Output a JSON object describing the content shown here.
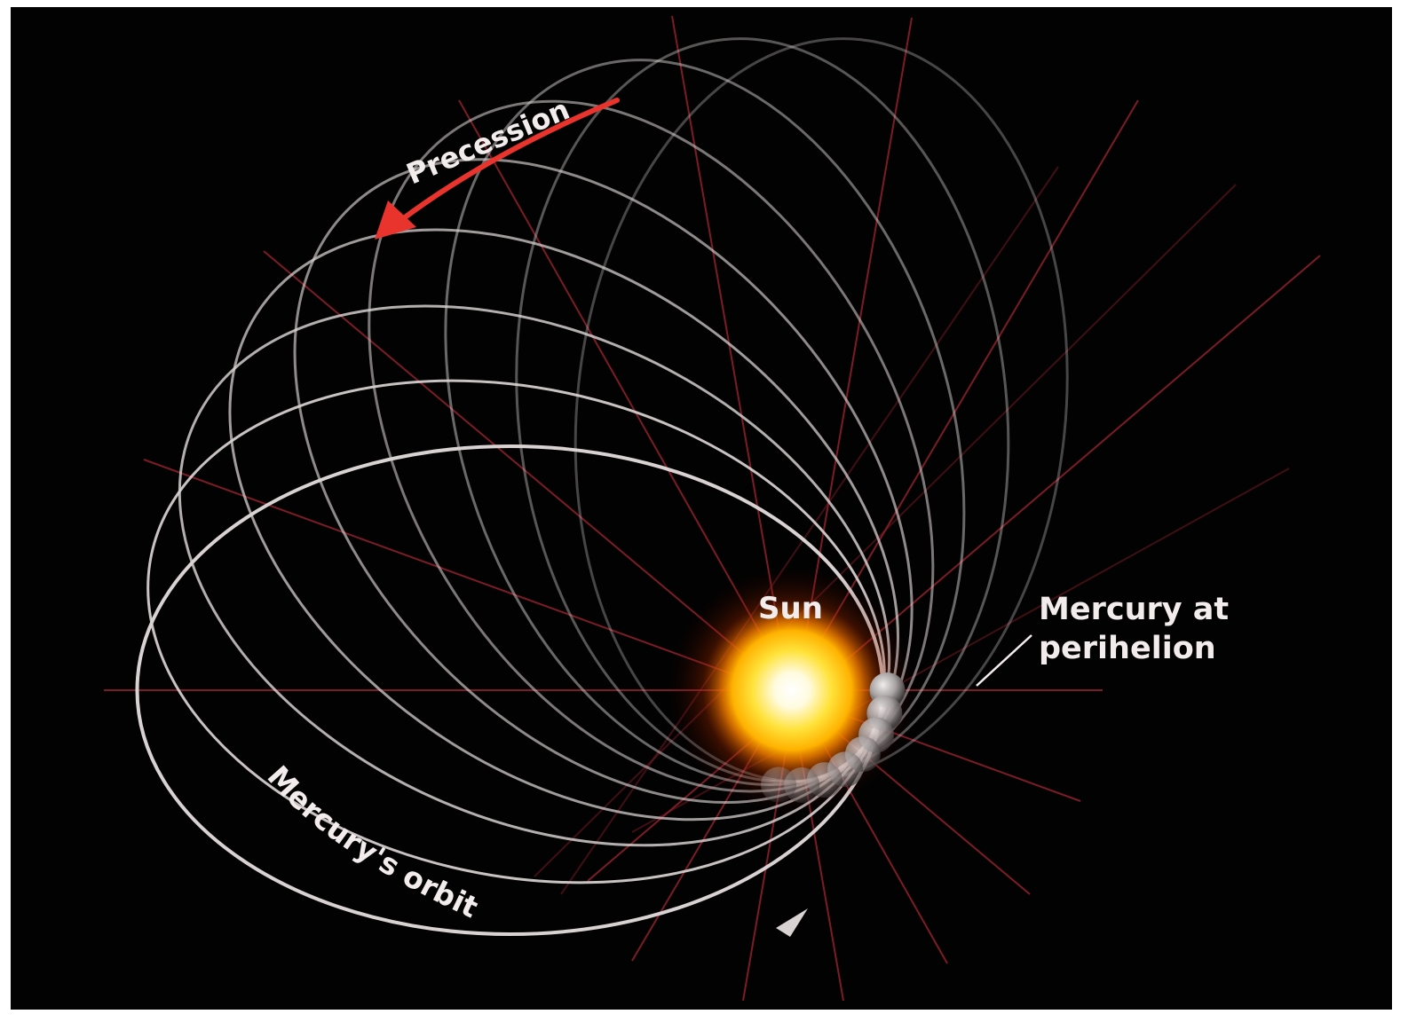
{
  "diagram": {
    "labels": {
      "precession": "Precession",
      "sun": "Sun",
      "mercury_perihelion_line1": "Mercury at",
      "mercury_perihelion_line2": "perihelion",
      "orbit": "Mercury's orbit"
    },
    "orbit_count": 9,
    "axis_line_count": 11,
    "perihelion_marker_count": 8,
    "colors": {
      "background": "#020202",
      "orbit_stroke": "#d9d2d2",
      "axis_line": "#8a1f2a",
      "precession_arrow": "#e8342c",
      "sun_core": "#fffbe6",
      "sun_glow": "#ffb000",
      "label": "#f2ecec"
    }
  }
}
